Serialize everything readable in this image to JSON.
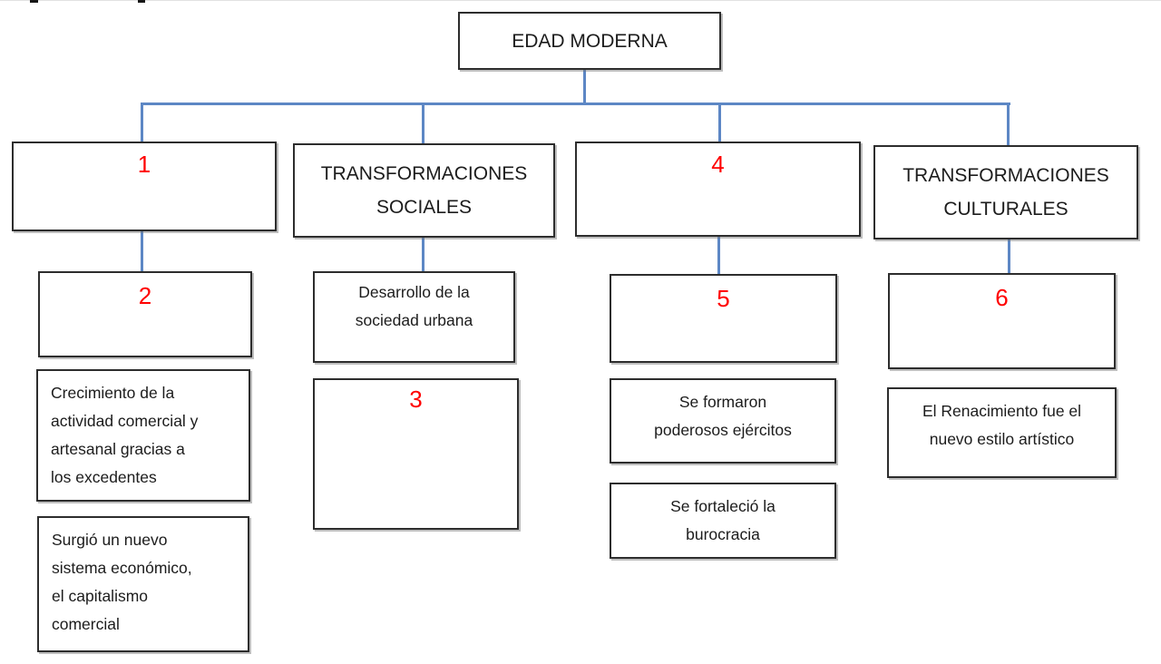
{
  "diagram": {
    "root": "EDAD MODERNA",
    "columns": [
      {
        "header": "1",
        "items": [
          "2",
          "Crecimiento de la\nactividad comercial  y\nartesanal gracias a\nlos excedentes",
          "Surgió un nuevo\nsistema económico,\nel capitalismo\ncomercial"
        ]
      },
      {
        "header": "TRANSFORMACIONES\nSOCIALES",
        "items": [
          "Desarrollo de la\nsociedad urbana",
          "3"
        ]
      },
      {
        "header": "4",
        "items": [
          "5",
          "Se formaron\npoderosos ejércitos",
          "Se fortaleció la\nburocracia"
        ]
      },
      {
        "header": "TRANSFORMACIONES\nCULTURALES",
        "items": [
          "6",
          "El Renacimiento fue el\nnuevo estilo artístico"
        ]
      }
    ]
  },
  "colors": {
    "connector_blue": "#5d87c5",
    "number_red": "#ff0000",
    "box_border": "#2d2d2d",
    "background": "#ffffff"
  }
}
